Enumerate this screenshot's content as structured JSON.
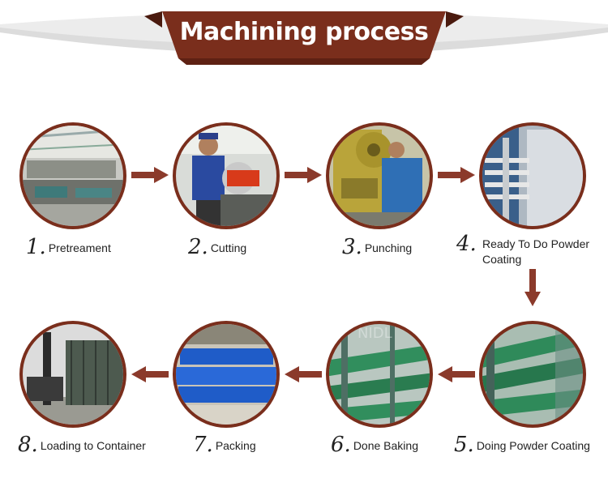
{
  "header": {
    "title": "Machining process"
  },
  "colors": {
    "banner": "#7a2e1c",
    "banner_dark": "#4a1a0e",
    "arrow": "#8b3a2b"
  },
  "steps": [
    {
      "number": "1.",
      "label": "Pretreament",
      "photo": "pretreatment-factory-photo"
    },
    {
      "number": "2.",
      "label": "Cutting",
      "photo": "worker-cutting-photo"
    },
    {
      "number": "3.",
      "label": "Punching",
      "photo": "punching-machine-photo"
    },
    {
      "number": "4.",
      "label": "Ready To Do Powder Coating",
      "photo": "coating-line-photo"
    },
    {
      "number": "5.",
      "label": "Doing Powder Coating",
      "photo": "green-poles-photo"
    },
    {
      "number": "6.",
      "label": "Done Baking",
      "photo": "baked-poles-photo"
    },
    {
      "number": "7.",
      "label": "Packing",
      "photo": "packed-blue-parts-photo"
    },
    {
      "number": "8.",
      "label": "Loading to Container",
      "photo": "container-loading-photo"
    }
  ],
  "watermark": "NIDL"
}
